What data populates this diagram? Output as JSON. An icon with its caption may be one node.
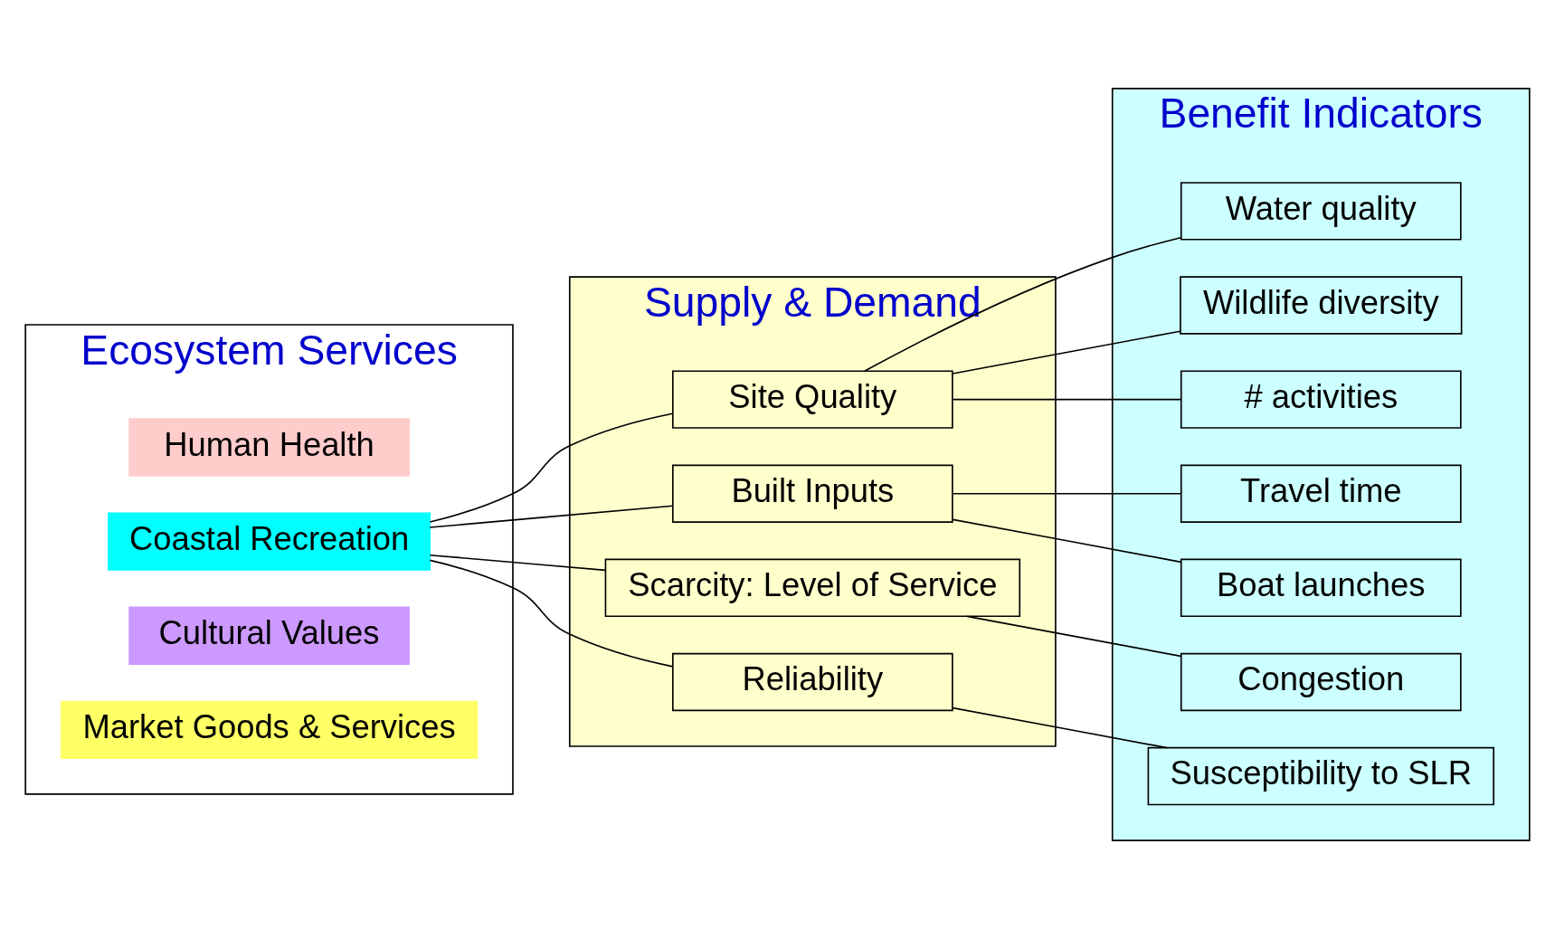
{
  "diagram": {
    "nodes": [
      {
        "text": [
          "Ecosystem Services"
        ]
      },
      {
        "text": [
          "Human Health"
        ],
        "in": 0
      },
      {
        "text": [
          "Coastal Recreation"
        ],
        "in": 0
      },
      {
        "text": [
          "Cultural Values"
        ],
        "in": 0
      },
      {
        "text": [
          "Market Goods & Services"
        ],
        "in": 0
      },
      {
        "text": [
          "Supply & Demand"
        ]
      },
      {
        "text": [
          "Site Quality"
        ],
        "in": 5
      },
      {
        "text": [
          "Built Inputs"
        ],
        "in": 5
      },
      {
        "text": [
          "Scarcity: Level of Service"
        ],
        "in": 5
      },
      {
        "text": [
          "Reliability"
        ],
        "in": 5
      },
      {
        "text": [
          "Benefit Indicators"
        ]
      },
      {
        "text": [
          "Water quality"
        ],
        "in": 10
      },
      {
        "text": [
          "Wildlife diversity"
        ],
        "in": 10
      },
      {
        "text": [
          "# activities"
        ],
        "in": 10
      },
      {
        "text": [
          "Travel time"
        ],
        "in": 10
      },
      {
        "text": [
          "Boat launches"
        ],
        "in": 10
      },
      {
        "text": [
          "Congestion"
        ],
        "in": 10
      },
      {
        "text": [
          "Susceptibility to SLR"
        ],
        "in": 10
      }
    ],
    "edges": [
      {
        "from": 2,
        "to": 6,
        "arrow": "none"
      },
      {
        "from": 2,
        "to": 7,
        "arrow": "none"
      },
      {
        "from": 2,
        "to": 8,
        "arrow": "none"
      },
      {
        "from": 2,
        "to": 9,
        "arrow": "none"
      },
      {
        "from": 6,
        "to": 11,
        "arrow": "none"
      },
      {
        "from": 6,
        "to": 12,
        "arrow": "none"
      },
      {
        "from": 6,
        "to": 13,
        "arrow": "none"
      },
      {
        "from": 7,
        "to": 14,
        "arrow": "none"
      },
      {
        "from": 7,
        "to": 15,
        "arrow": "none"
      },
      {
        "from": 8,
        "to": 16,
        "arrow": "none"
      },
      {
        "from": 9,
        "to": 17,
        "arrow": "none"
      }
    ]
  }
}
